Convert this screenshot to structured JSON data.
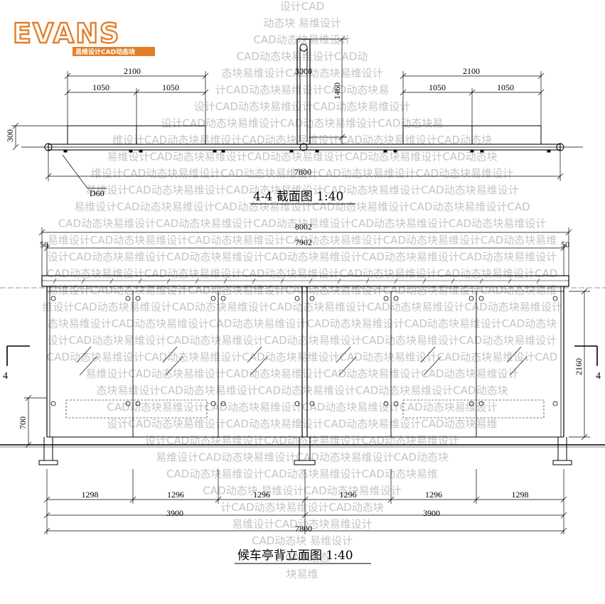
{
  "logo": {
    "wordmark": "EVANS",
    "subtitle": "易维设计CAD动态块",
    "color": "#e27f2b"
  },
  "section_view": {
    "title": "4-4 截面图 1:40",
    "dims": {
      "left_total": "2100",
      "left_a": "1050",
      "left_b": "1050",
      "center": "3000",
      "right_total": "2100",
      "right_a": "1050",
      "right_b": "1050",
      "height_post": "1460",
      "height_seat": "300",
      "overall": "7800",
      "pipe": "D60"
    }
  },
  "elevation_view": {
    "title": "候车亭背立面图 1:40",
    "dims": {
      "roof_total": "8002",
      "roof_inner": "7902",
      "overhang_left": "50",
      "overhang_right": "50",
      "height_total": "2160",
      "height_rail": "700",
      "section_mark_left": "4",
      "section_mark_right": "4",
      "panels": [
        "1298",
        "1296",
        "1296",
        "1296",
        "1296",
        "1298"
      ],
      "halves": [
        "3900",
        "3900"
      ],
      "overall": "7800"
    }
  },
  "watermark": {
    "text": "易维设计CAD动态块",
    "lines": [
      "设计CAD",
      "动态块 易维设计",
      "CAD动态块易维设计",
      "CAD动态块易维设计CAD动",
      "态块易维设计CAD动态块易维设计",
      "计CAD动态块易维设计CAD动态块易",
      "设计CAD动态块易维设计CAD动态块易维设计",
      "设计CAD动态块易维设计CAD动态块易维设计CAD动态块易",
      "维设计CAD动态块易维设计CAD动态块易维设计CAD动态块易维设计CAD动态块",
      "易维设计CAD动态块易维设计CAD动态块易维设计CAD动态块易维设计CAD动态块",
      "维设计CAD动态块易维设计CAD动态块易维设计CAD动态块易维设计CAD动态块易维设计",
      "易维设计CAD动态块易维设计CAD动态块易维设计CAD动态块易维设计CAD动态块易维设计",
      "易维设计CAD动态块易维设计CAD动态块易维设计CAD动态块易维设计CAD动态块易维设计CAD",
      "CAD动态块易维设计CAD动态块易维设计CAD动态块易维设计CAD动态块易维设计CAD动态块易维设计",
      "易维设计CAD动态块易维设计CAD动态块易维设计CAD动态块易维设计CAD动态块易维设计CAD动态块易维",
      "设计CAD动态块易维设计CAD动态块易维设计CAD动态块易维设计CAD动态块易维设计CAD动态块易维设计",
      "CAD动态块易维设计CAD动态块易维设计CAD动态块易维设计CAD动态块易维设计CAD动态块易维设计CAD",
      "易维设计CAD动态块易维设计CAD动态块易维设计CAD动态块易维设计CAD动态块易维设计CAD动态块易维",
      "维设计CAD动态块易维设计CAD动态块易维设计CAD动态块易维设计CAD动态块易维设计CAD动态块易维设计",
      "态块易维设计CAD动态块易维设计CAD动态块易维设计CAD动态块易维设计CAD动态块易维设计CAD动态块",
      "设计CAD动态块易维设计CAD动态块易维设计CAD动态块易维设计CAD动态块易维设计CAD动态块易维设计",
      "CAD动态块易维设计CAD动态块易维设计CAD动态块易维设计CAD动态块易维设计CAD动态块易维设计CAD",
      "易维设计CAD动态块易维设计CAD动态块易维设计CAD动态块易维设计CAD动态块易维设计",
      "态块易维设计CAD动态块易维设计CAD动态块易维设计CAD动态块易维设计CAD动态块",
      "CAD动态块易维设计CAD动态块易维设计CAD动态块易维设计CAD动态块易维设计",
      "设计CAD动态块易维设计CAD动态块易维设计CAD动态块易维设计CAD动态块易维",
      "设计CAD动态块易维设计CAD动态块易维设计CAD动态块易维设计",
      "易维设计CAD动态块易维设计CAD动态块易维设计CAD动态块",
      "CAD动态块易维设计CAD动态块易维设计CAD动态块易维",
      "CAD动态块 易维设计CAD动态块易维设计",
      "计CAD动态块易维设计CAD动态块",
      "易维设计CAD动态块易维设计",
      "CAD动态块 易维设计",
      "计CAD动态",
      "块易维"
    ]
  }
}
